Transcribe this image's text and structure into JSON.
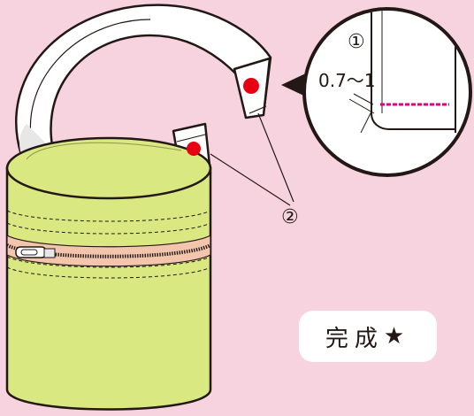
{
  "labels": {
    "step1": "①",
    "step2": "②",
    "measure": "0.7～1"
  },
  "badge": {
    "text": "完成",
    "star": "★"
  },
  "colors": {
    "background": "#f6d3df",
    "bag_body": "#d9e880",
    "zipper_tape": "#f3c5ad",
    "snap": "#e60012",
    "stitch_accent": "#e4007f",
    "outline": "#231815",
    "strap": "#ffffff",
    "strap_inner": "#e7e7e7"
  },
  "icons": [
    "snap-button-icon",
    "star-icon"
  ]
}
